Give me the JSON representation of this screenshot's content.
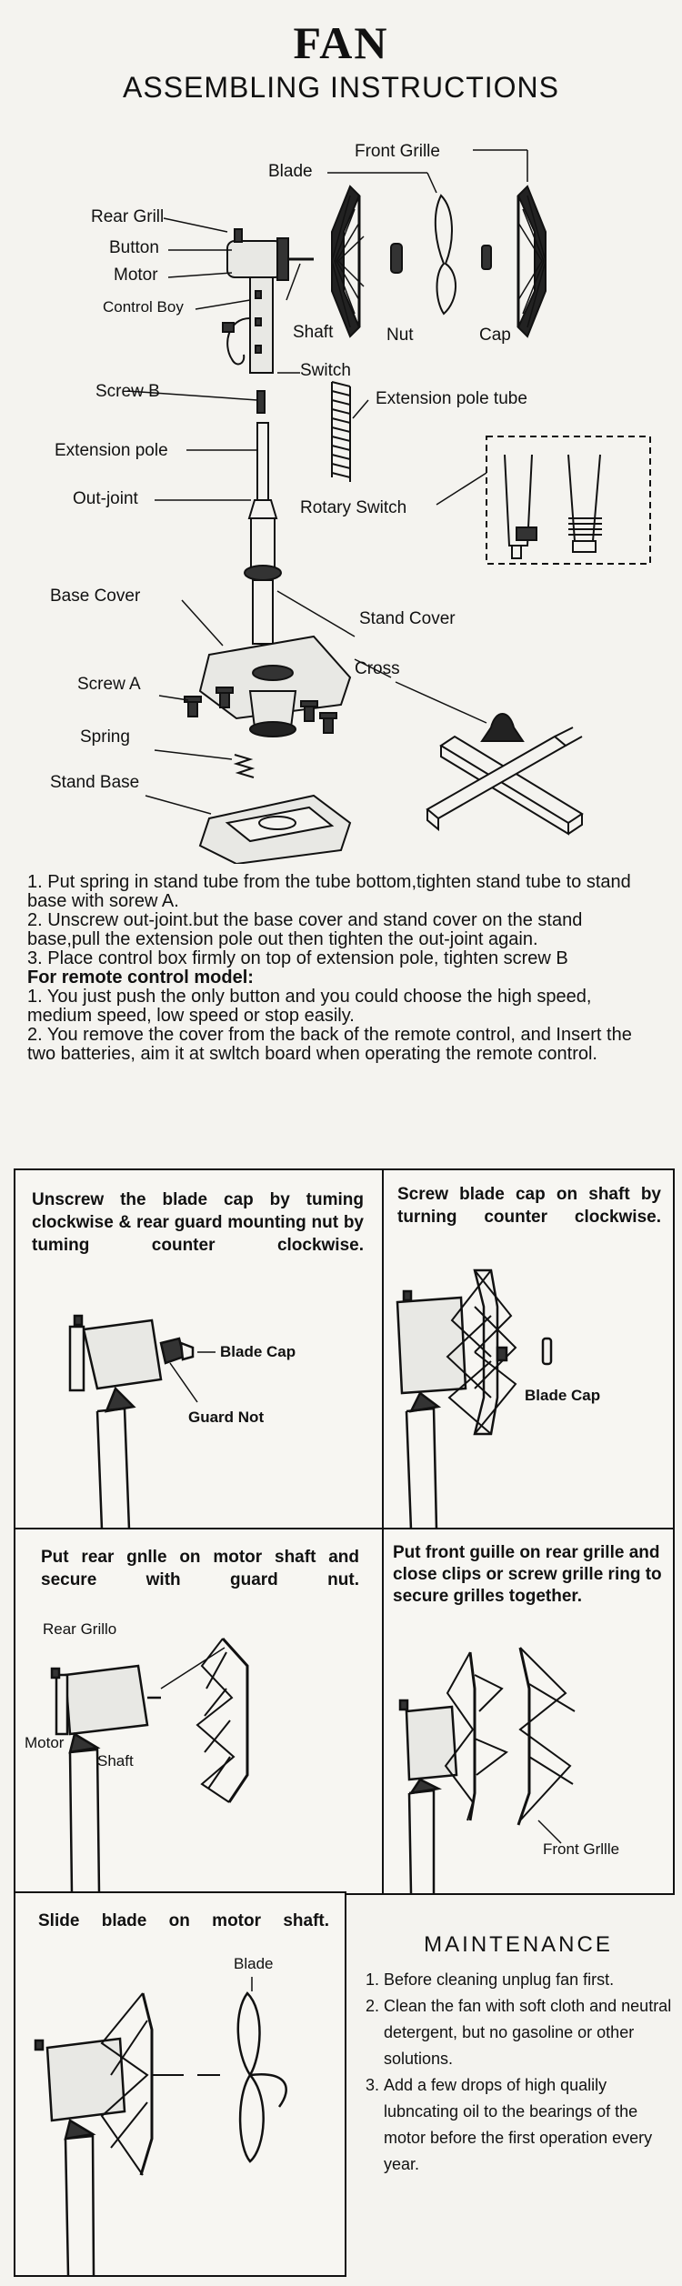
{
  "title": "FAN",
  "subtitle": "ASSEMBLING INSTRUCTIONS",
  "parts": {
    "front_grille": "Front Grille",
    "blade": "Blade",
    "rear_grill": "Rear Grill",
    "button": "Button",
    "motor": "Motor",
    "control_box": "Control Boy",
    "shaft": "Shaft",
    "nut": "Nut",
    "cap": "Cap",
    "switch": "Switch",
    "screw_b": "Screw B",
    "extension_pole_tube": "Extension pole tube",
    "extension_pole": "Extension pole",
    "out_joint": "Out-joint",
    "rotary_switch": "Rotary Switch",
    "base_cover": "Base Cover",
    "stand_cover": "Stand Cover",
    "screw_a": "Screw A",
    "cross": "Cross",
    "spring": "Spring",
    "stand_base": "Stand Base"
  },
  "instructions": {
    "steps": [
      "1. Put spring in stand tube from the tube bottom,tighten stand tube to stand base with sorew A.",
      "2. Unscrew out-joint.but the base cover and stand cover on the stand base,pull the extension pole out then tighten the out-joint again.",
      "3. Place control box firmly on top of extension pole, tighten screw B"
    ],
    "remote_heading": "For remote control model:",
    "remote_steps": [
      "1. You just push the only button and you could choose the high speed, medium speed, low speed or stop easily.",
      "2. You remove the cover from the back of the remote control, and Insert the two batteries, aim it at swltch board when operating the remote control."
    ]
  },
  "panels": {
    "p1": {
      "text": "Unscrew the blade cap by tuming clockwise & rear guard mounting nut by tuming counter clockwise.",
      "label_cap": "Blade Cap",
      "label_nut": "Guard Not"
    },
    "p2": {
      "text": "Screw blade cap on shaft by turning counter clockwise.",
      "label_cap": "Blade Cap"
    },
    "p3": {
      "text": "Put rear gnlle on motor shaft and secure with guard nut.",
      "label_grille": "Rear Grillo",
      "label_motor": "Motor",
      "label_shaft": "Shaft"
    },
    "p4": {
      "text": "Put front guille on rear grille and close clips or screw grille ring to secure grilles together.",
      "label_grille": "Front Grllle"
    },
    "p5": {
      "text": "Slide blade on motor shaft.",
      "label_blade": "Blade"
    }
  },
  "maintenance": {
    "title": "MAINTENANCE",
    "items": [
      "Before cleaning unplug fan first.",
      "Clean the fan with soft cloth and neutral detergent, but no gasoline or other solutions.",
      "Add a few drops of high qualily lubncating oil to the bearings of the motor before the first operation every year."
    ]
  }
}
